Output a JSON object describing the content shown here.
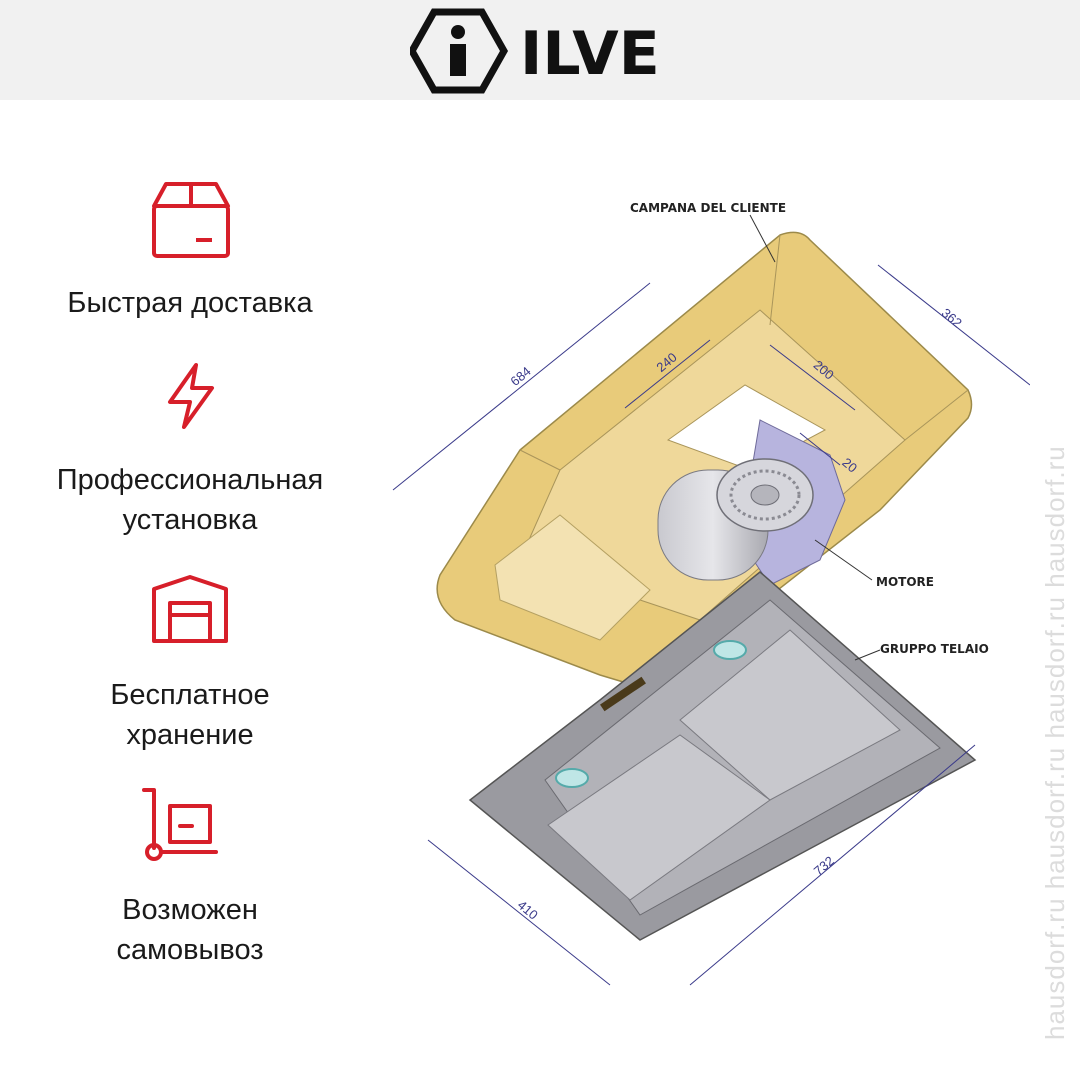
{
  "brand": {
    "name": "ILVE"
  },
  "features": [
    {
      "label": "Быстрая доставка",
      "icon": "box-icon"
    },
    {
      "label": "Профессиональная\nустановка",
      "icon": "lightning-icon"
    },
    {
      "label": "Бесплатное\nхранение",
      "icon": "warehouse-icon"
    },
    {
      "label": "Возможен\nсамовывоз",
      "icon": "hand-truck-icon"
    }
  ],
  "diagram": {
    "callouts": {
      "campana": "CAMPANA DEL CLIENTE",
      "motore": "MOTORE",
      "telaio": "GRUPPO TELAIO"
    },
    "dimensions": {
      "d684": "684",
      "d362": "362",
      "d240": "240",
      "d200": "200",
      "d20": "20",
      "d410": "410",
      "d732": "732"
    }
  },
  "watermark": "hausdorf.ru   hausdorf.ru   hausdorf.ru   hausdorf.ru",
  "colors": {
    "accent": "#d71f2a",
    "hood": "#e8cb7a",
    "frame": "#9a9aa0"
  }
}
